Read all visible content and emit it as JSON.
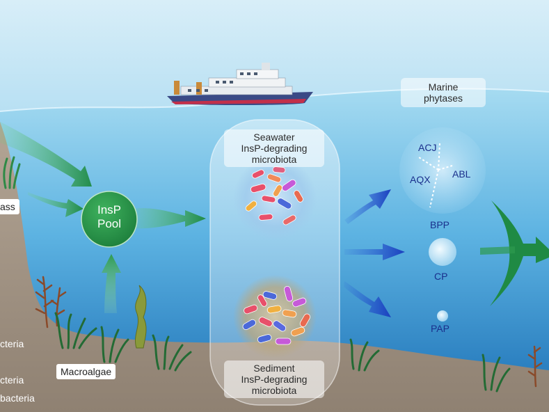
{
  "pool": {
    "line1": "InsP",
    "line2": "Pool"
  },
  "seawater_box": {
    "line1": "Seawater",
    "line2": "InsP-degrading",
    "line3": "microbiota"
  },
  "sediment_box": {
    "line1": "Sediment",
    "line2": "InsP-degrading",
    "line3": "microbiota"
  },
  "phytases_box": {
    "line1": "Marine",
    "line2": "phytases"
  },
  "phytases": {
    "acj": "ACJ",
    "aqx": "AQX",
    "abl": "ABL",
    "bpp": "BPP",
    "cp": "CP",
    "pap": "PAP"
  },
  "left_labels": {
    "biomass_partial": "ass",
    "macroalgae": "Macroalgae",
    "bacteria_1": "cteria",
    "bacteria_2": "cteria",
    "bacteria_3": "bacteria"
  },
  "colors": {
    "sky_top": "#cfe9f6",
    "sea_top": "#8fd0ef",
    "sea_bottom": "#1e73b8",
    "sediment": "#a89a8a",
    "pool_green": "#2e9a4f",
    "arrow_blue": "#1b4fc9",
    "phytase_text": "#1a2f8c"
  },
  "icons": {
    "ship": "research-vessel-icon",
    "seagrass": "seagrass-icon",
    "brown_algae": "brown-algae-icon"
  }
}
